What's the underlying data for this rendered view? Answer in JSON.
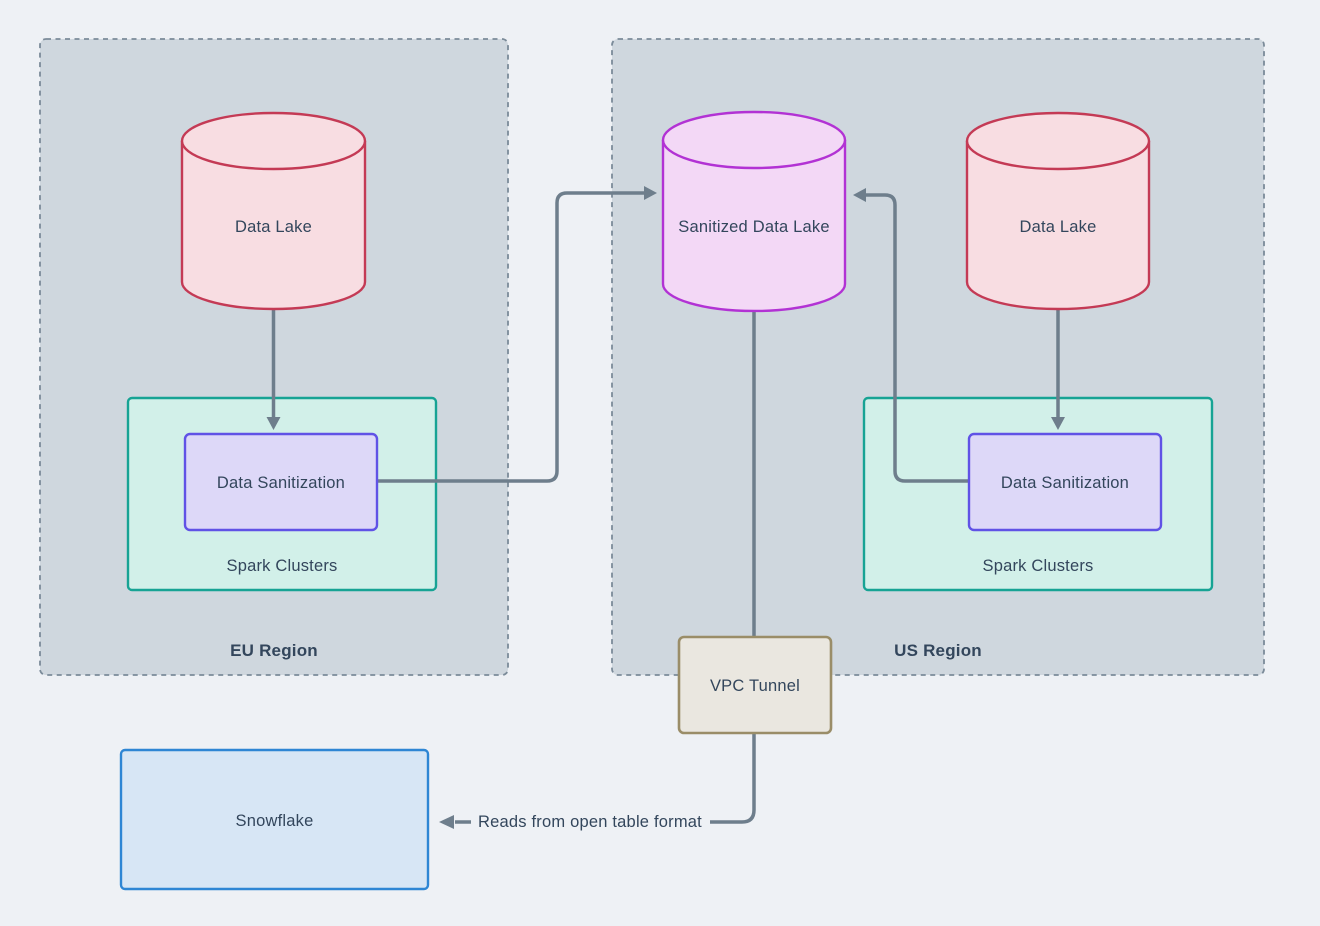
{
  "regions": {
    "eu": {
      "label": "EU Region"
    },
    "us": {
      "label": "US Region"
    }
  },
  "nodes": {
    "eu_data_lake": {
      "label": "Data Lake",
      "shape": "cylinder"
    },
    "sanitized_data_lake": {
      "label": "Sanitized Data Lake",
      "shape": "cylinder"
    },
    "us_data_lake": {
      "label": "Data Lake",
      "shape": "cylinder"
    },
    "eu_spark_clusters": {
      "label": "Spark Clusters",
      "shape": "container"
    },
    "eu_data_sanitization": {
      "label": "Data Sanitization",
      "shape": "box"
    },
    "us_spark_clusters": {
      "label": "Spark Clusters",
      "shape": "container"
    },
    "us_data_sanitization": {
      "label": "Data Sanitization",
      "shape": "box"
    },
    "vpc_tunnel": {
      "label": "VPC Tunnel",
      "shape": "box"
    },
    "snowflake": {
      "label": "Snowflake",
      "shape": "box"
    }
  },
  "edges": {
    "reads_label": "Reads from open table format"
  },
  "colors": {
    "page_background": "#eef1f5",
    "region_fill": "#cfd7de",
    "region_border": "#7b8b99",
    "data_lake_fill": "#f8dde2",
    "data_lake_border": "#c43a55",
    "sanitized_lake_fill": "#f3d8f6",
    "sanitized_lake_border": "#b232d4",
    "spark_fill": "#d2f0e9",
    "spark_border": "#17a394",
    "sanitization_fill": "#ddd8f8",
    "sanitization_border": "#6052e6",
    "vpc_fill": "#eae7e0",
    "vpc_border": "#9a8d68",
    "snowflake_fill": "#d7e6f5",
    "snowflake_border": "#2e86d4",
    "connector": "#6e7e8c",
    "text": "#33465c"
  }
}
